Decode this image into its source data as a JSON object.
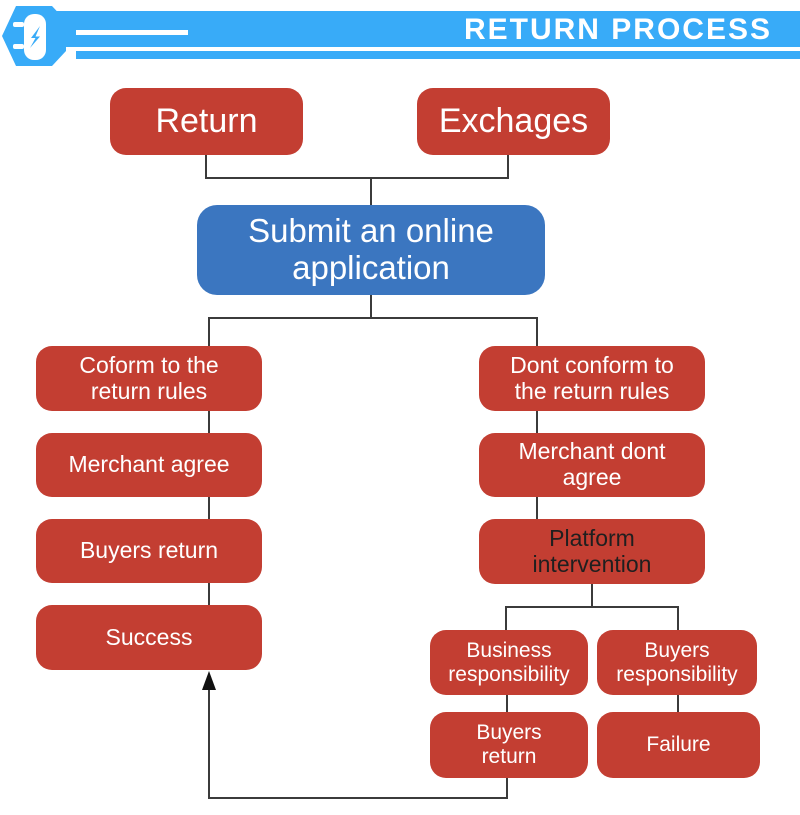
{
  "header": {
    "title": "RETURN PROCESS",
    "logo_icon": "lightning-bolt-icon"
  },
  "nodes": {
    "return": {
      "label": "Return"
    },
    "exchanges": {
      "label": "Exchages"
    },
    "submit": {
      "label": "Submit an online application"
    },
    "conform": {
      "label": "Coform to the return rules"
    },
    "merchant_agree": {
      "label": "Merchant agree"
    },
    "buyers_return": {
      "label": "Buyers return"
    },
    "success": {
      "label": "Success"
    },
    "dont_conform": {
      "label": "Dont conform to the return rules"
    },
    "merchant_dont_agree": {
      "label": "Merchant dont agree"
    },
    "platform": {
      "label": "Platform intervention"
    },
    "business_resp": {
      "label": "Business responsibility"
    },
    "buyers_resp": {
      "label": "Buyers responsibility"
    },
    "buyers_return2": {
      "label": "Buyers return"
    },
    "failure": {
      "label": "Failure"
    }
  },
  "colors": {
    "red": "#c33e32",
    "blue": "#3b76c0",
    "header_blue": "#38abf8",
    "line": "#3b3b3b",
    "dark_text": "#1f1f1f",
    "white": "#ffffff"
  }
}
